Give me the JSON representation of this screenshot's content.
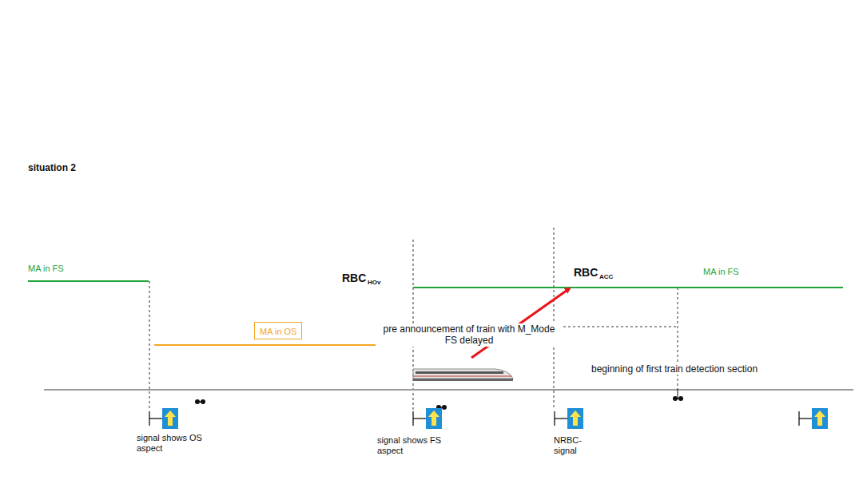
{
  "diagram": {
    "title": "situation 2",
    "nodes": [
      {
        "text": [
          "MA in OS"
        ]
      }
    ],
    "labels": [
      "MA in FS",
      "RBC",
      "HOv",
      "pre announcement of train with M_Mode FS delayed",
      "RBC",
      "ACC",
      "MA in FS",
      "beginning of first train detection section",
      "signal shows OS aspect",
      "signal shows FS aspect",
      "NRBC- signal"
    ]
  }
}
